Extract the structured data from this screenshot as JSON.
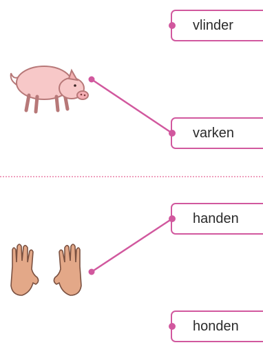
{
  "top_section": {
    "image": "pig-icon",
    "words": [
      "vlinder",
      "varken"
    ],
    "matched_word": "varken"
  },
  "bottom_section": {
    "image": "hands-icon",
    "words": [
      "handen",
      "honden"
    ],
    "matched_word": "handen"
  },
  "colors": {
    "accent": "#d1589e",
    "separator": "#ef9fbd",
    "pig_skin": "#f7c8c8",
    "hand_skin": "#e3a888"
  }
}
